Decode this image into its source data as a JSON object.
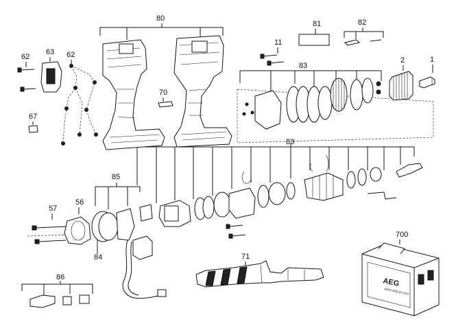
{
  "labels": {
    "l80": "80",
    "l81": "81",
    "l82": "82",
    "l11": "11",
    "l62a": "62",
    "l63": "63",
    "l62b": "62",
    "l67": "67",
    "l70": "70",
    "l83a": "83",
    "l2": "2",
    "l1": "1",
    "l83b": "83",
    "l85": "85",
    "l57": "57",
    "l56": "56",
    "l84": "84",
    "l71": "71",
    "l700": "700",
    "l86": "86"
  },
  "case": {
    "brand": "AEG",
    "url": "www.aeg-pt.com"
  },
  "colors": {
    "ink": "#111111",
    "background": "#ffffff"
  }
}
